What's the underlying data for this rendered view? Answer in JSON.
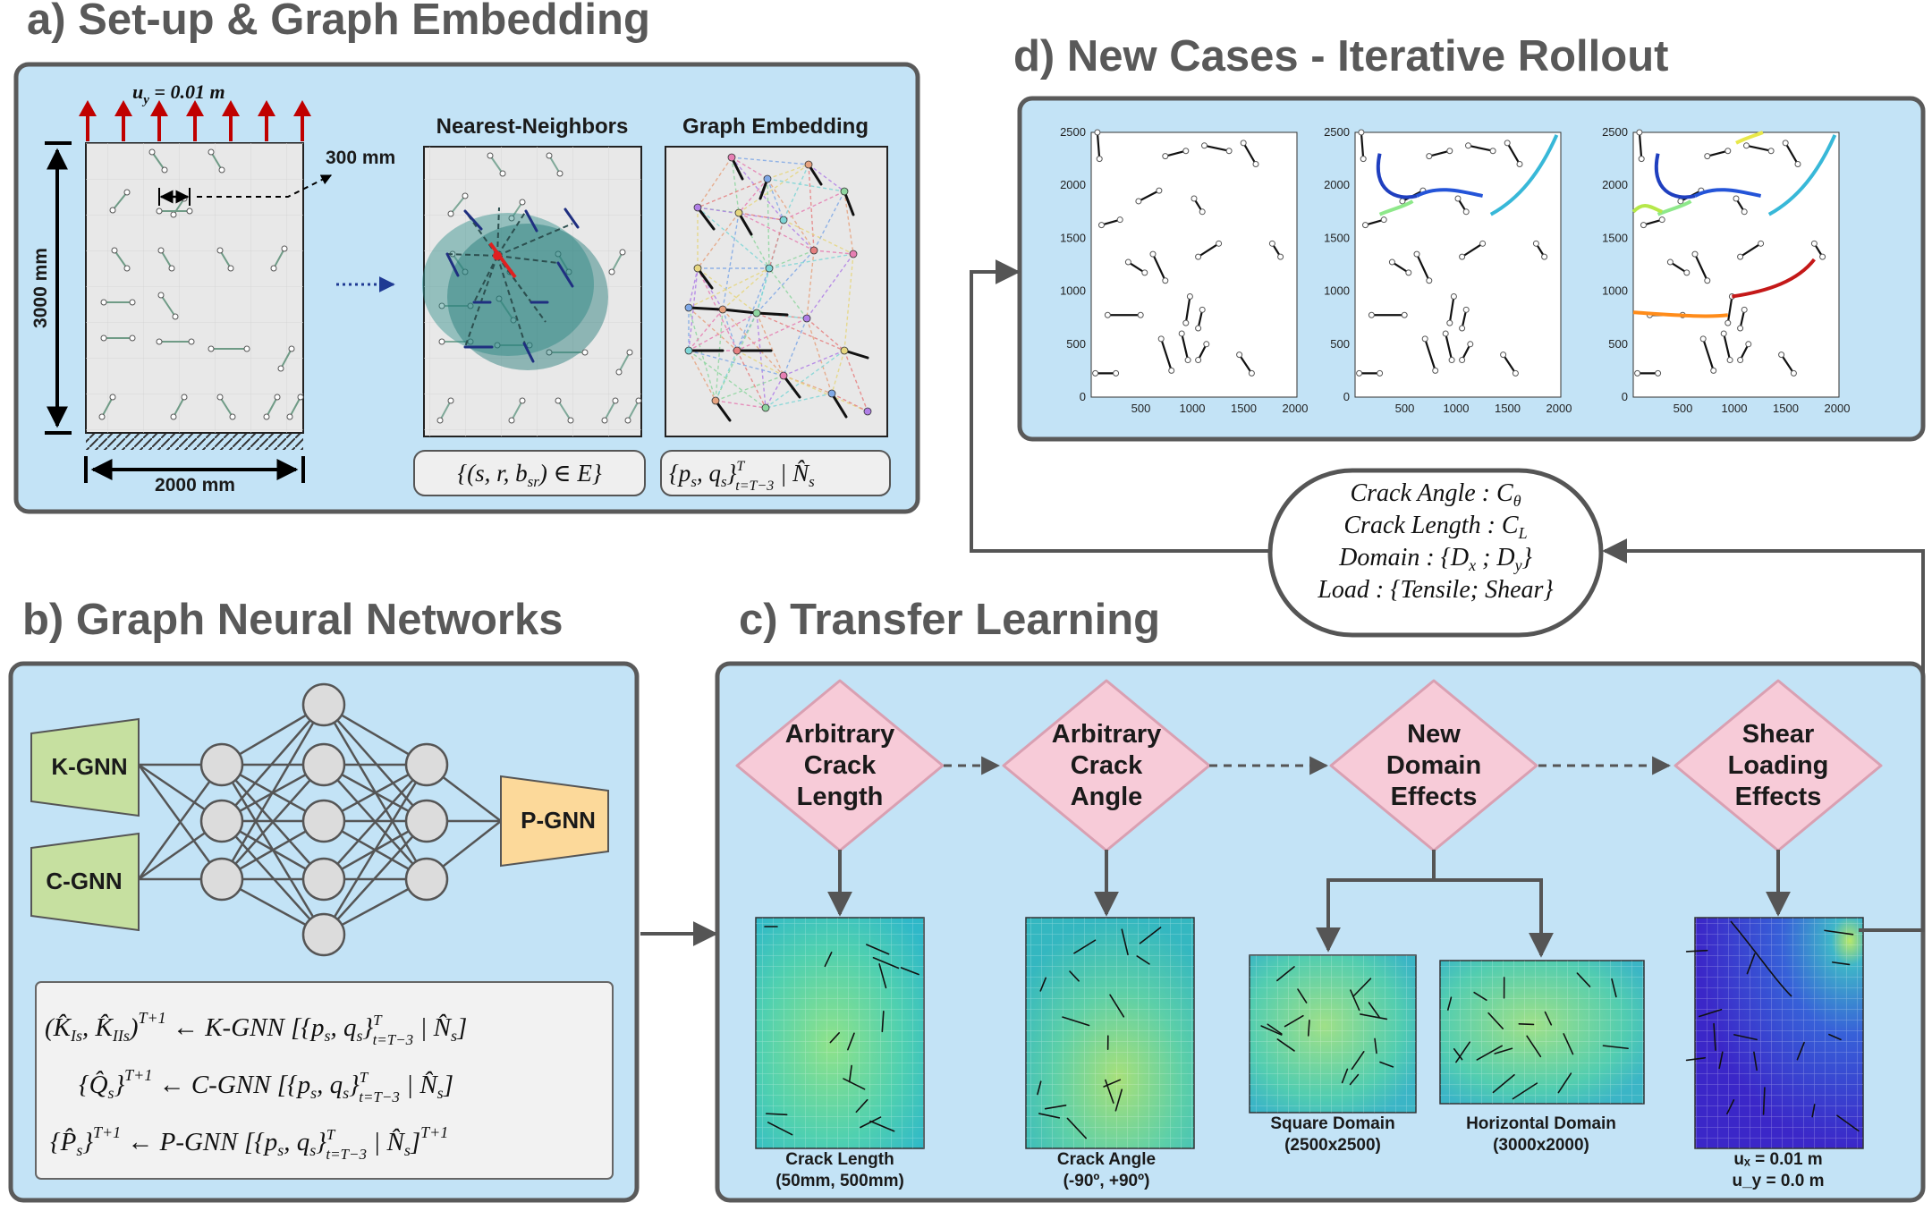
{
  "sections": {
    "a": "a) Set-up & Graph Embedding",
    "b": "b) Graph Neural Networks",
    "c": "c) Transfer Learning",
    "d": "d) New Cases - Iterative Rollout"
  },
  "setup": {
    "load_label": "u_y = 0.01 m",
    "height_label": "3000 mm",
    "width_label": "2000 mm",
    "crack_label": "300 mm",
    "nn_title": "Nearest-Neighbors",
    "ge_title": "Graph Embedding",
    "edge_formula": "{(s, r, b_sr) ∈ E}",
    "node_formula": "{p_s, q_s}_{t=T−3}^{T} | N̂_s"
  },
  "gnn": {
    "k": "K-GNN",
    "c": "C-GNN",
    "p": "P-GNN",
    "eq1": "(K̂_Is, K̂_IIs)^{T+1} ← K-GNN [ {p_s, q_s}_{t=T−3}^{T} | N̂_s ]",
    "eq2": "{Q̂_s}^{T+1} ← C-GNN [ {p_s, q_s}_{t=T−3}^{T} | N̂_s ]",
    "eq3": "{P̂_s}^{T+1} ← P-GNN [ {p_s, q_s}_{t=T−3}^{T} | N̂_s ]^{T+1}"
  },
  "transfer": {
    "diamonds": [
      [
        "Arbitrary",
        "Crack",
        "Length"
      ],
      [
        "Arbitrary",
        "Crack",
        "Angle"
      ],
      [
        "New",
        "Domain",
        "Effects"
      ],
      [
        "Shear",
        "Loading",
        "Effects"
      ]
    ],
    "captions": [
      [
        "Crack Length",
        "(50mm, 500mm)"
      ],
      [
        "Crack Angle",
        "(-90º, +90º)"
      ],
      [
        "Square Domain",
        "(2500x2500)"
      ],
      [
        "Horizontal Domain",
        "(3000x2000)"
      ],
      [
        "uₓ = 0.01 m",
        "u_y = 0.0 m"
      ]
    ]
  },
  "params": {
    "lines": [
      "Crack Angle : C_θ",
      "Crack Length : C_L",
      "Domain : {D_x ; D_y}",
      "Load : {Tensile; Shear}"
    ]
  },
  "rollout": {
    "y_ticks": [
      "0",
      "500",
      "1000",
      "1500",
      "2000",
      "2500"
    ],
    "x_ticks": [
      "500",
      "1000",
      "1500",
      "2000"
    ]
  },
  "colors": {
    "panel_fill": "#c3e3f6",
    "panel_stroke": "#5a5a5a",
    "diamond_fill": "#f7cbd8",
    "diamond_stroke": "#d9a0b2",
    "k_gnn": "#c6e0a0",
    "p_gnn": "#fcd99a",
    "load_arrow": "#c00000"
  }
}
